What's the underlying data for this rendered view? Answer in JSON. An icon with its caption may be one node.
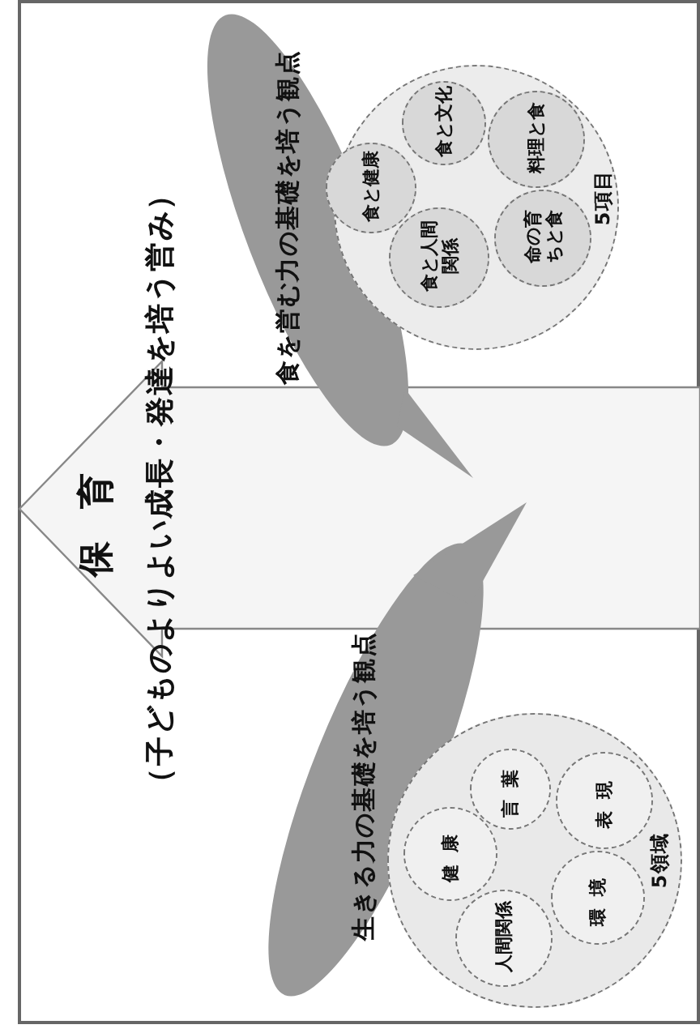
{
  "diagram": {
    "nodes": [
      {
        "text": [
          "保育"
        ]
      },
      {
        "text": [
          "生きる力の基礎を培う観点"
        ]
      },
      {
        "text": [
          "5領域"
        ]
      },
      {
        "text": [
          "健康"
        ],
        "in": 2
      },
      {
        "text": [
          "言葉"
        ],
        "in": 2
      },
      {
        "text": [
          "表現"
        ],
        "in": 2
      },
      {
        "text": [
          "人間関係"
        ],
        "in": 2
      },
      {
        "text": [
          "環境"
        ],
        "in": 2
      },
      {
        "text": [
          "食を営む力の基礎を培う観点"
        ]
      },
      {
        "text": [
          "5項目"
        ]
      },
      {
        "text": [
          "食と健康"
        ],
        "in": 9
      },
      {
        "text": [
          "食と文化"
        ],
        "in": 9
      },
      {
        "text": [
          "料理と食"
        ],
        "in": 9
      },
      {
        "text": [
          "食と人間関係"
        ],
        "in": 9
      },
      {
        "text": [
          "命の育ちと食"
        ],
        "in": 9
      }
    ],
    "edges": [],
    "labels": [
      "（子どものよりよい成長・発達を培う営み）"
    ]
  }
}
